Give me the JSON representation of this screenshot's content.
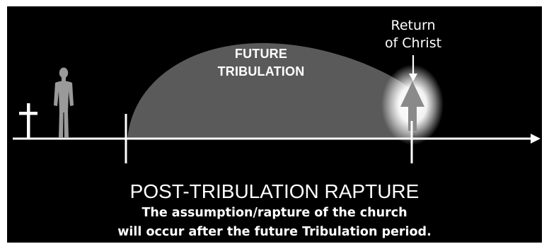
{
  "dome_label": {
    "line1": "FUTURE",
    "line2": "TRIBULATION"
  },
  "return_label": {
    "line1": "Return",
    "line2": "of Christ"
  },
  "title": "POST-TRIBULATION RAPTURE",
  "description": {
    "line1": "The assumption/rapture of the church",
    "line2": "will occur after the future Tribulation period."
  },
  "colors": {
    "background": "#000000",
    "dome": "#5a5a5a",
    "line": "#ffffff",
    "figure": "#9a9a9a",
    "arrow_up": "#8a8a8a",
    "glow": "#ffffff"
  },
  "icons": {
    "cross": "cross-icon",
    "person": "person-icon",
    "glow": "glow-icon",
    "up_arrow": "up-arrow-icon",
    "down_arrow": "down-arrow-icon"
  }
}
